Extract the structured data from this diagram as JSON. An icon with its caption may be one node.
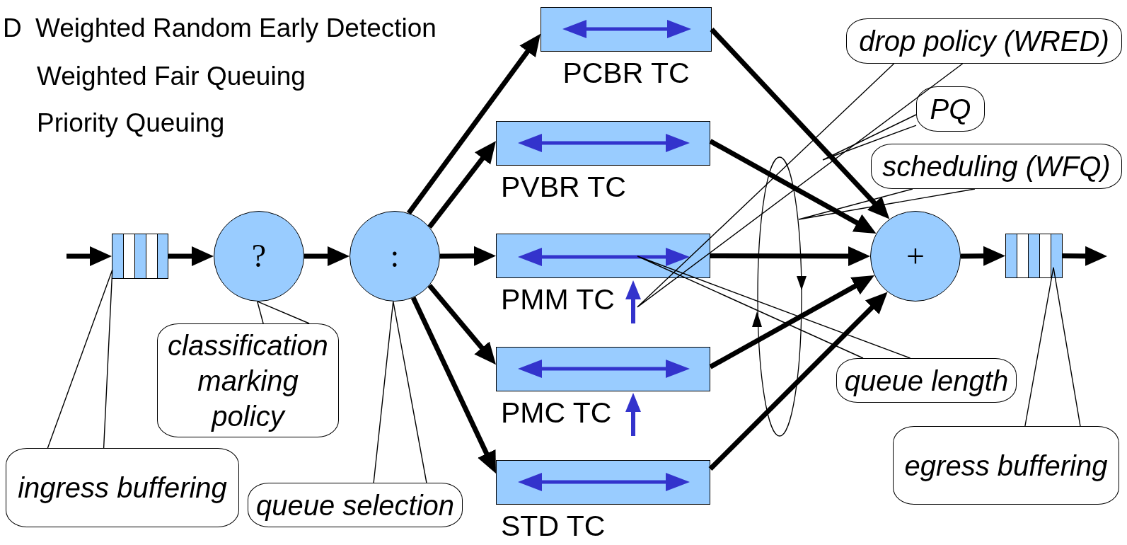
{
  "diagram": {
    "nodes": [
      {
        "text": [],
        "shape": "box"
      },
      {
        "text": [
          "?"
        ]
      },
      {
        "text": [
          ":"
        ]
      },
      {
        "text": [
          "PCBR TC"
        ]
      },
      {
        "text": [
          "PVBR TC"
        ]
      },
      {
        "text": [
          "PMM TC"
        ]
      },
      {
        "text": [
          "PMC TC"
        ]
      },
      {
        "text": [
          "STD TC"
        ]
      },
      {
        "text": [
          "+"
        ]
      },
      {
        "text": [],
        "shape": "box"
      },
      {
        "text": [
          "ingress buffering"
        ]
      },
      {
        "text": [
          "classification marking policy"
        ]
      },
      {
        "text": [
          "queue selection"
        ]
      },
      {
        "text": [
          "drop policy (WRED)"
        ]
      },
      {
        "text": [
          "PQ"
        ]
      },
      {
        "text": [
          "scheduling (WFQ)"
        ]
      },
      {
        "text": [
          "queue length"
        ]
      },
      {
        "text": [
          "egress buffering"
        ]
      },
      {
        "text": [],
        "shape": "arrow"
      },
      {
        "text": [],
        "shape": "arrow",
        "in": 5
      }
    ],
    "edges": [
      {
        "from": null,
        "to": 0,
        "arrow": "to"
      },
      {
        "from": 0,
        "to": 1,
        "arrow": "to"
      },
      {
        "from": 1,
        "to": 2,
        "arrow": "to"
      },
      {
        "from": 2,
        "to": 3,
        "arrow": "to"
      },
      {
        "from": 2,
        "to": 4,
        "arrow": "to"
      },
      {
        "from": 2,
        "to": 5,
        "arrow": "to"
      },
      {
        "from": 2,
        "to": 6,
        "arrow": "to"
      },
      {
        "from": 2,
        "to": 7,
        "arrow": "to"
      },
      {
        "from": 3,
        "to": 8,
        "arrow": "to"
      },
      {
        "from": 4,
        "to": 8,
        "arrow": "to"
      },
      {
        "from": 5,
        "to": 8,
        "arrow": "to"
      },
      {
        "from": 6,
        "to": 8,
        "arrow": "to"
      },
      {
        "from": 7,
        "to": 8,
        "arrow": "to"
      },
      {
        "from": 8,
        "to": 9,
        "arrow": "to"
      },
      {
        "from": 9,
        "to": null,
        "arrow": "to"
      },
      {
        "from": 10,
        "to": 0,
        "arrow": "none"
      },
      {
        "from": 11,
        "to": 1,
        "arrow": "none"
      },
      {
        "from": 12,
        "to": 2,
        "arrow": "none"
      },
      {
        "from": 13,
        "to": 18,
        "arrow": "none"
      },
      {
        "from": 14,
        "to": null,
        "arrow": "none"
      },
      {
        "from": 15,
        "to": null,
        "arrow": "none"
      },
      {
        "from": 16,
        "to": 19,
        "arrow": "none"
      },
      {
        "from": 17,
        "to": 9,
        "arrow": "none"
      }
    ],
    "labels": [
      "D",
      "Weighted Random Early Detection",
      "Weighted Fair Queuing",
      "Priority Queuing"
    ]
  }
}
